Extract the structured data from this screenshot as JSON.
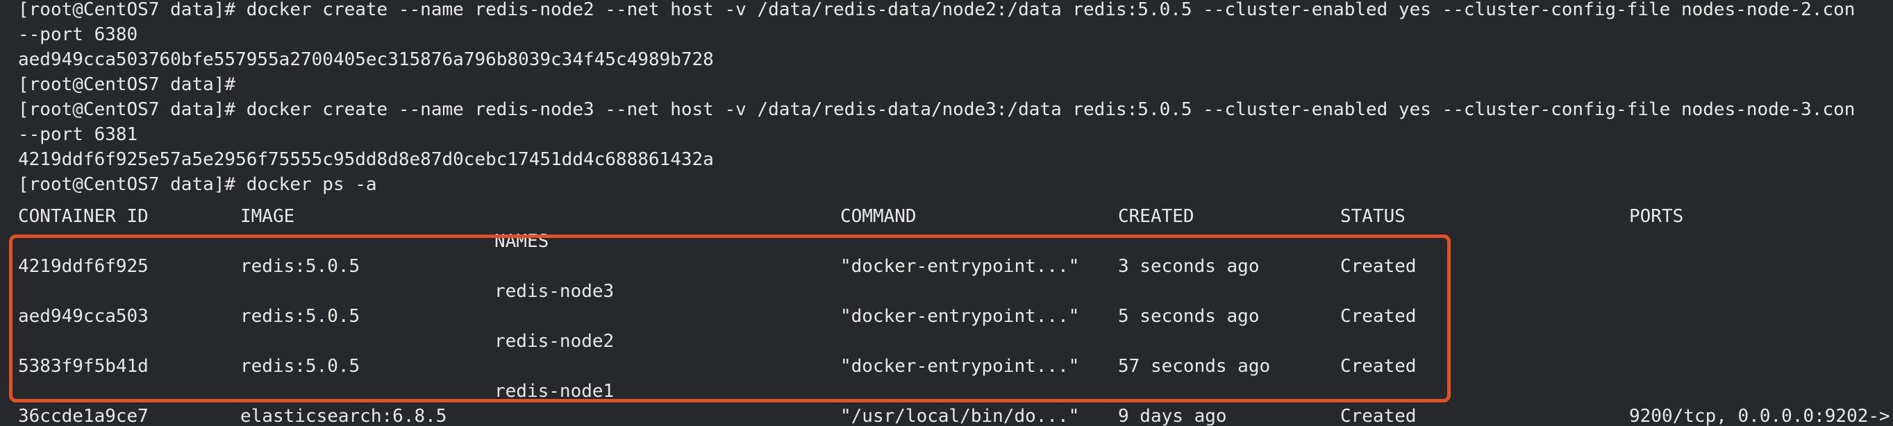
{
  "terminal": {
    "lines": [
      "[root@CentOS7 data]# docker create --name redis-node2 --net host -v /data/redis-data/node2:/data redis:5.0.5 --cluster-enabled yes --cluster-config-file nodes-node-2.con",
      "--port 6380",
      "aed949cca503760bfe557955a2700405ec315876a796b8039c34f45c4989b728",
      "[root@CentOS7 data]#",
      "[root@CentOS7 data]# docker create --name redis-node3 --net host -v /data/redis-data/node3:/data redis:5.0.5 --cluster-enabled yes --cluster-config-file nodes-node-3.con",
      "--port 6381",
      "4219ddf6f925e57a5e2956f75555c95dd8d8e87d0cebc17451dd4c688861432a",
      "[root@CentOS7 data]# docker ps -a"
    ],
    "ps_table": {
      "headers": {
        "container_id": "CONTAINER ID",
        "image": "IMAGE",
        "command": "COMMAND",
        "created": "CREATED",
        "status": "STATUS",
        "ports": "PORTS",
        "names": "NAMES"
      },
      "rows": [
        {
          "container_id": "4219ddf6f925",
          "image": "redis:5.0.5",
          "command": "\"docker-entrypoint...\"",
          "created": "3 seconds ago",
          "status": "Created",
          "ports": "",
          "name": "redis-node3"
        },
        {
          "container_id": "aed949cca503",
          "image": "redis:5.0.5",
          "command": "\"docker-entrypoint...\"",
          "created": "5 seconds ago",
          "status": "Created",
          "ports": "",
          "name": "redis-node2"
        },
        {
          "container_id": "5383f9f5b41d",
          "image": "redis:5.0.5",
          "command": "\"docker-entrypoint...\"",
          "created": "57 seconds ago",
          "status": "Created",
          "ports": "",
          "name": "redis-node1"
        },
        {
          "container_id": "36ccde1a9ce7",
          "image": "elasticsearch:6.8.5",
          "command": "\"/usr/local/bin/do...\"",
          "created": "9 days ago",
          "status": "Created",
          "ports": "9200/tcp, 0.0.0.0:9202->",
          "name": ""
        }
      ]
    },
    "colors": {
      "background": "#27282b",
      "text": "#e8e8e8",
      "highlight_border": "#e0512a"
    }
  }
}
